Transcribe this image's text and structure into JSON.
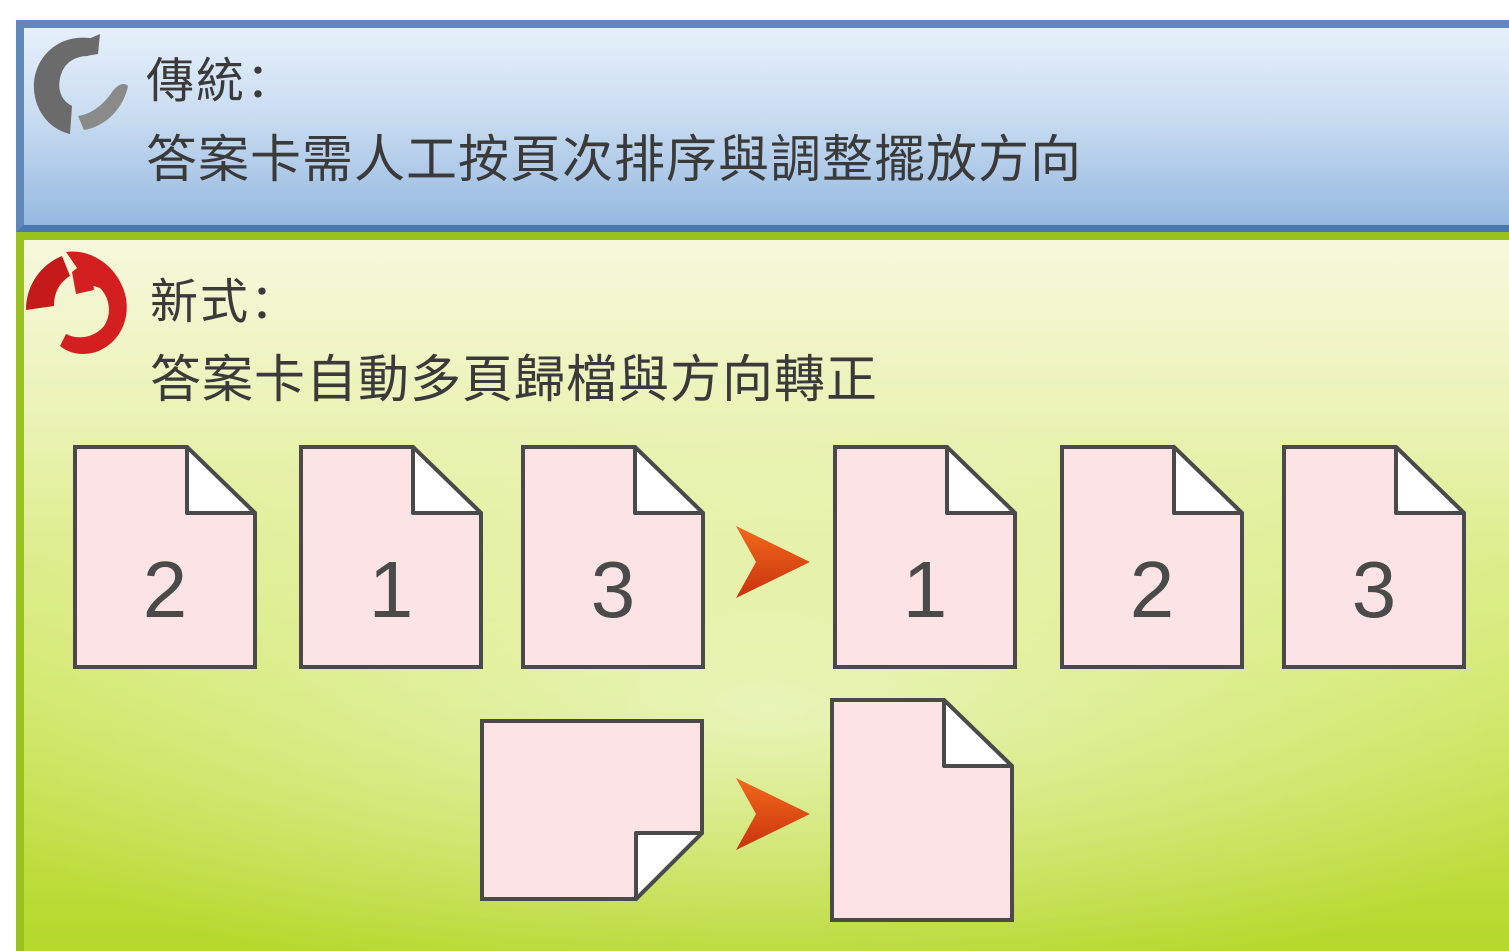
{
  "traditional": {
    "heading": "傳統：",
    "description": "答案卡需人工按頁次排序與調整擺放方向",
    "icon": "thumbs-down-icon"
  },
  "new_method": {
    "heading": "新式：",
    "description": "答案卡自動多頁歸檔與方向轉正",
    "icon": "thumbs-up-icon"
  },
  "sorting": {
    "before": [
      "2",
      "1",
      "3"
    ],
    "after": [
      "1",
      "2",
      "3"
    ]
  },
  "colors": {
    "page_fill": "#fbe3e6",
    "page_border": "#4a4a4a",
    "arrow": "#e8531a",
    "icon_gray": "#6b6b6b",
    "icon_red": "#d31f1f"
  }
}
